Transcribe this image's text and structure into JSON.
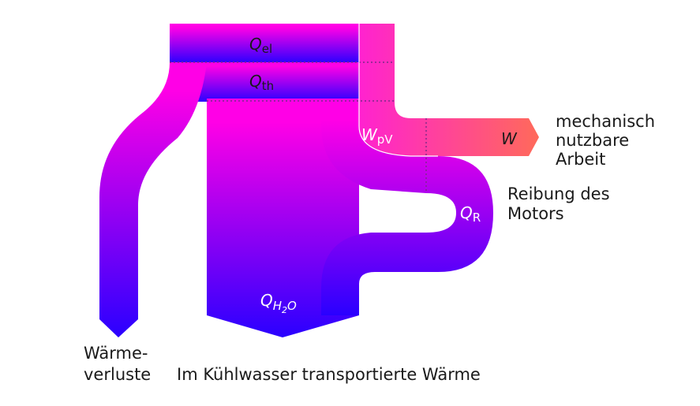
{
  "colors": {
    "top": "#ff00e6",
    "bottom": "#2a00ff",
    "work_start": "#ff22d0",
    "work_end": "#ff6a5a",
    "divider": "#7a2a88",
    "edge": "#ffffff"
  },
  "flows": {
    "q_el": {
      "symbol": "Q",
      "subscript": "el"
    },
    "q_th": {
      "symbol": "Q",
      "subscript": "th"
    },
    "w_pv": {
      "symbol": "W",
      "subscript": "pV"
    },
    "w": {
      "symbol": "W"
    },
    "q_r": {
      "symbol": "Q",
      "subscript": "R"
    },
    "q_h2o": {
      "symbol": "Q",
      "subscript_main": "H",
      "subscript_sub": "2",
      "subscript_tail": "O"
    }
  },
  "labels": {
    "mechanical_work": [
      "mechanisch",
      "nutzbare",
      "Arbeit"
    ],
    "engine_friction": [
      "Reibung des",
      "Motors"
    ],
    "heat_losses": [
      "Wärme-",
      "verluste"
    ],
    "coolant_heat": "Im Kühlwasser transportierte Wärme"
  }
}
